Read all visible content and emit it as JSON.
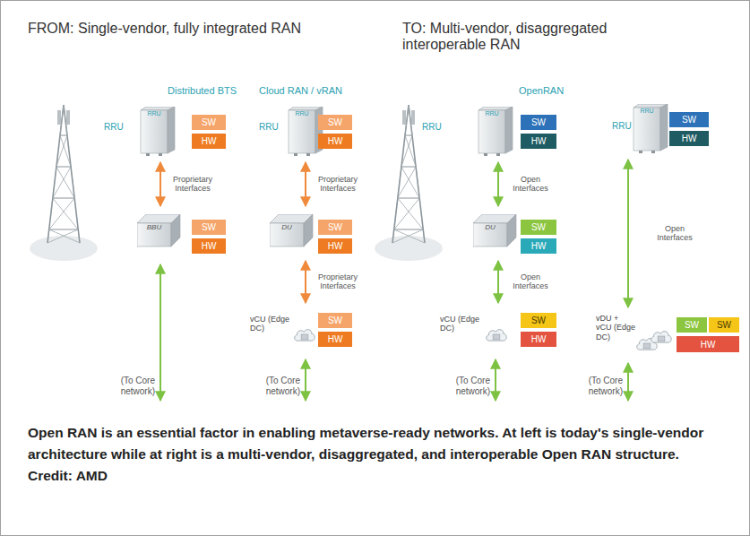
{
  "diagram": {
    "caption": "Open RAN is an essential factor in enabling metaverse-ready networks. At left is today's single-vendor architecture while at right is a multi-vendor, disaggregated, and interoperable Open RAN structure. Credit: AMD",
    "nodes": [
      {
        "text": [
          "RRU"
        ]
      },
      {
        "text": [
          "SW"
        ],
        "in": 0
      },
      {
        "text": [
          "HW"
        ],
        "in": 0
      },
      {
        "text": [
          "BBU"
        ]
      },
      {
        "text": [
          "SW"
        ],
        "in": 3
      },
      {
        "text": [
          "HW"
        ],
        "in": 3
      },
      {
        "text": [
          "RRU"
        ]
      },
      {
        "text": [
          "SW"
        ],
        "in": 6
      },
      {
        "text": [
          "HW"
        ],
        "in": 6
      },
      {
        "text": [
          "DU"
        ]
      },
      {
        "text": [
          "SW"
        ],
        "in": 9
      },
      {
        "text": [
          "HW"
        ],
        "in": 9
      },
      {
        "text": [
          "vCU (Edge DC)"
        ]
      },
      {
        "text": [
          "SW"
        ],
        "in": 12
      },
      {
        "text": [
          "HW"
        ],
        "in": 12
      },
      {
        "text": [
          "RRU"
        ]
      },
      {
        "text": [
          "SW"
        ],
        "in": 15
      },
      {
        "text": [
          "HW"
        ],
        "in": 15
      },
      {
        "text": [
          "DU"
        ]
      },
      {
        "text": [
          "SW"
        ],
        "in": 18
      },
      {
        "text": [
          "HW"
        ],
        "in": 18
      },
      {
        "text": [
          "vCU (Edge DC)"
        ]
      },
      {
        "text": [
          "SW"
        ],
        "in": 21
      },
      {
        "text": [
          "HW"
        ],
        "in": 21
      },
      {
        "text": [
          "RRU"
        ]
      },
      {
        "text": [
          "SW"
        ],
        "in": 24
      },
      {
        "text": [
          "HW"
        ],
        "in": 24
      },
      {
        "text": [
          "vDU + vCU (Edge DC)"
        ]
      },
      {
        "text": [
          "SW"
        ],
        "in": 27
      },
      {
        "text": [
          "SW"
        ],
        "in": 27
      },
      {
        "text": [
          "HW"
        ],
        "in": 27
      }
    ],
    "edges": [
      {
        "from": 0,
        "to": 3,
        "arrow": "both",
        "label": "Proprietary Interfaces"
      },
      {
        "from": 6,
        "to": 9,
        "arrow": "both",
        "label": "Proprietary Interfaces"
      },
      {
        "from": 9,
        "to": 12,
        "arrow": "both",
        "label": "Proprietary Interfaces"
      },
      {
        "from": 15,
        "to": 18,
        "arrow": "both",
        "label": "Open Interfaces"
      },
      {
        "from": 18,
        "to": 21,
        "arrow": "both",
        "label": "Open Interfaces"
      },
      {
        "from": 24,
        "to": 27,
        "arrow": "both",
        "label": "Open Interfaces"
      }
    ],
    "labels": [
      "FROM: Single-vendor, fully integrated RAN",
      "TO: Multi-vendor, disaggregated interoperable RAN",
      "Distributed BTS",
      "Cloud RAN / vRAN",
      "OpenRAN",
      "RRU",
      "RRU",
      "RRU",
      "RRU",
      "(To Core network)",
      "(To Core network)",
      "(To Core network)",
      "(To Core network)"
    ]
  }
}
